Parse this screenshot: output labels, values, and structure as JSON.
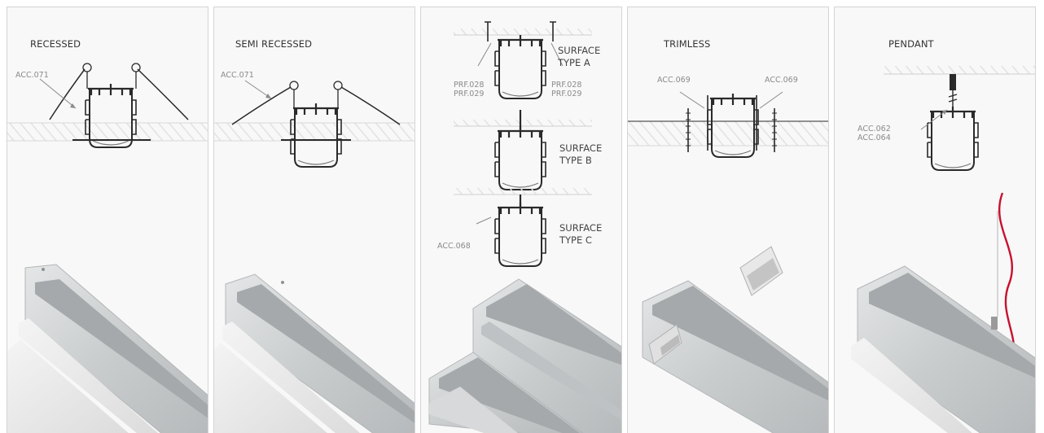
{
  "panels": [
    {
      "title": "RECESSED",
      "labels": [
        "ACC.071"
      ]
    },
    {
      "title": "SEMI RECESSED",
      "labels": [
        "ACC.071"
      ]
    },
    {
      "title": "",
      "labels": [
        "PRF.028",
        "PRF.029",
        "PRF.028",
        "PRF.029",
        "ACC.068"
      ],
      "surface_types": [
        {
          "line1": "SURFACE",
          "line2": "TYPE A"
        },
        {
          "line1": "SURFACE",
          "line2": "TYPE B"
        },
        {
          "line1": "SURFACE",
          "line2": "TYPE C"
        }
      ]
    },
    {
      "title": "TRIMLESS",
      "labels": [
        "ACC.069",
        "ACC.069"
      ]
    },
    {
      "title": "PENDANT",
      "labels": [
        "ACC.062",
        "ACC.064"
      ]
    }
  ],
  "colors": {
    "panel_bg": "#f8f8f8",
    "panel_border": "#d4d4d4",
    "profile_stroke": "#2a2a2a",
    "label_gray": "#8a8a8a",
    "cable_red": "#c8102e",
    "aluminium": "#cfd2d4"
  }
}
